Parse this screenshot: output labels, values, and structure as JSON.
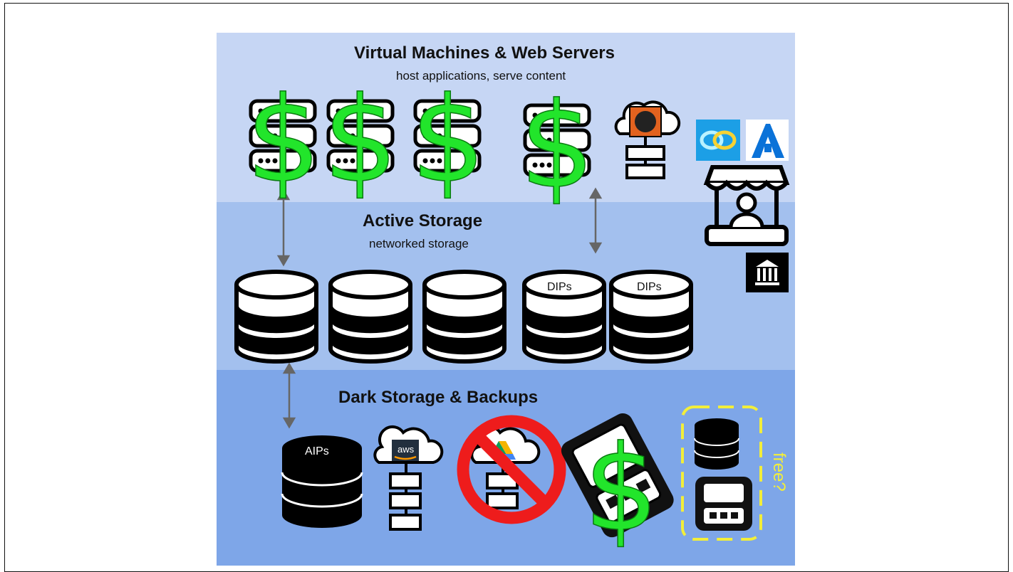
{
  "tiers": {
    "compute": {
      "title": "Virtual Machines & Web Servers",
      "subtitle": "host applications, serve content"
    },
    "active": {
      "title": "Active Storage",
      "subtitle": "networked storage"
    },
    "dark": {
      "title": "Dark Storage & Backups"
    }
  },
  "labels": {
    "dips": "DIPs",
    "aips": "AIPs",
    "aws": "aws",
    "free": "free?",
    "dollar": "$"
  },
  "colors": {
    "compute_band": "#c6d6f4",
    "active_band": "#a3c0ee",
    "dark_band": "#7ea6e8",
    "dollar": "#22e52b",
    "prohibited": "#ee1c1c",
    "free_box": "#f2ee3a"
  },
  "icons": [
    "server-rack-icon",
    "cloud-server-icon",
    "database-icon",
    "cloud-icon",
    "aws-logo-icon",
    "google-drive-icon",
    "no-symbol-icon",
    "hard-drive-icon",
    "link-app-icon",
    "letter-a-app-icon",
    "storefront-icon",
    "institution-icon"
  ]
}
